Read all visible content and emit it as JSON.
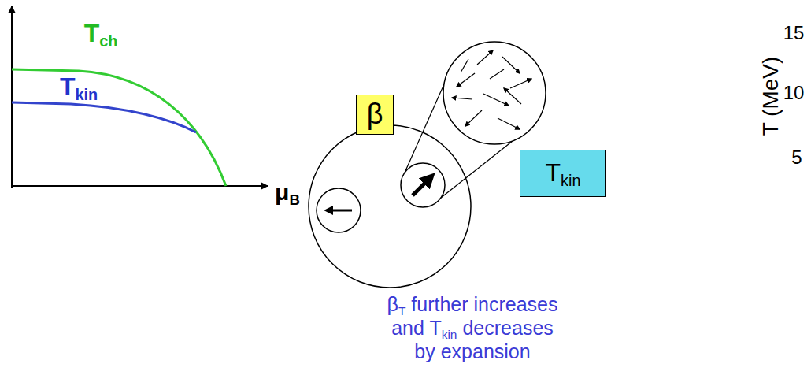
{
  "diagram": {
    "nodes": [
      {
        "text": [
          "β"
        ]
      },
      {
        "text": [
          "Tkin"
        ]
      }
    ],
    "labels": [
      "Tch",
      "Tkin",
      "μB",
      "βT further increases and Tkin decreases by expansion",
      "T (MeV)",
      "15",
      "10",
      "5"
    ]
  }
}
